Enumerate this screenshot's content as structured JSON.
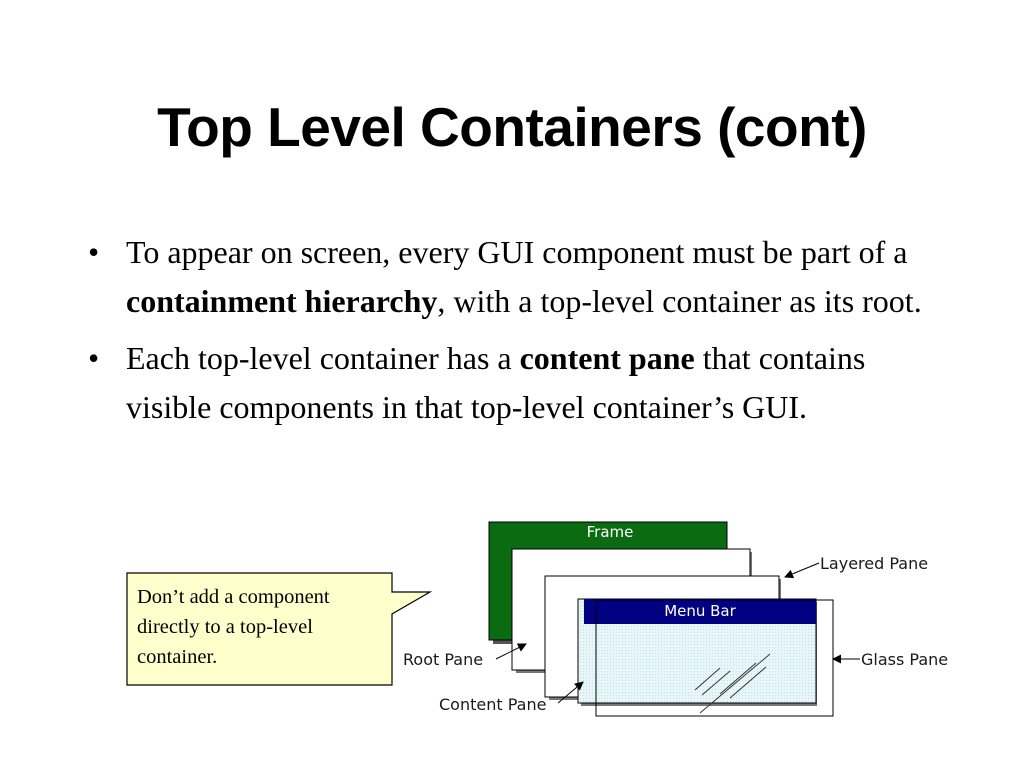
{
  "title": "Top Level Containers (cont)",
  "bullets": [
    {
      "pre": "To appear on screen, every GUI component must be part of a ",
      "bold": "containment hierarchy",
      "post": ", with a top-level container as its root."
    },
    {
      "pre": "Each top-level container has a ",
      "bold": "content pane",
      "post": " that contains visible components in that top-level container’s GUI."
    }
  ],
  "bullet_glyph": "•",
  "callout": {
    "text": "Don’t add a component directly to a top-level container.",
    "background": "#ffffcc"
  },
  "diagram": {
    "frame_title": "Frame",
    "menu_bar_title": "Menu Bar",
    "labels": {
      "layered_pane": "Layered Pane",
      "root_pane": "Root Pane",
      "glass_pane": "Glass Pane",
      "content_pane": "Content Pane"
    },
    "colors": {
      "frame": "#0b6b10",
      "menu_bar": "#000080",
      "glass": "#e8f6fa"
    }
  }
}
